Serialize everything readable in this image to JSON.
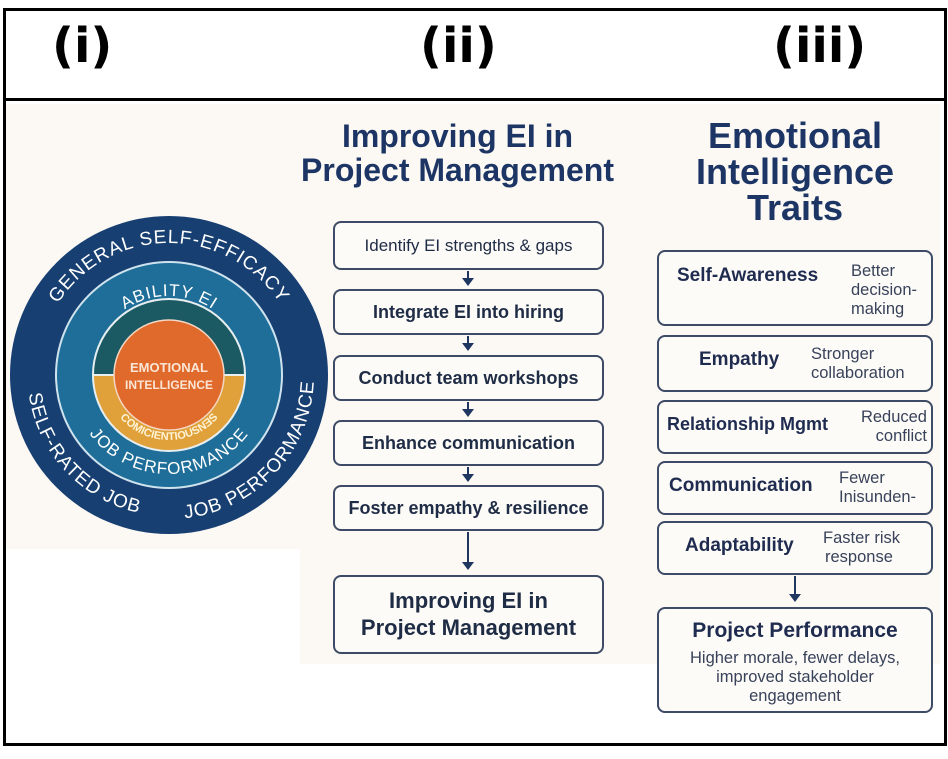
{
  "panel_labels": [
    "(i)",
    "(ii)",
    "(iii)"
  ],
  "panel_i": {
    "outer_ring": {
      "top_text": "GENERAL SELF-EFFICACY",
      "bottom_left_text": "SELF-RATED JOB",
      "bottom_right_text": "JOB PERFORMANCE",
      "color": "#173f72"
    },
    "middle_ring": {
      "top_text": "ABILITY EI",
      "bottom_text": "JOB PERFORMANCE",
      "color": "#1e6e99"
    },
    "inner_ring": {
      "bottom_text": "COMICIENTIOUSNƎS",
      "top_color": "#1c5a63",
      "bottom_color": "#e0a13a"
    },
    "core": {
      "line1": "EMOTIONAL",
      "line2": "INTELLIGENCE",
      "color": "#e06a2c"
    }
  },
  "panel_ii": {
    "title_line1": "Improving EI in",
    "title_line2": "Project Management",
    "steps": [
      "Identify EI strengths & gaps",
      "Integrate EI into hiring",
      "Conduct team workshops",
      "Enhance communication",
      "Foster empathy & resilience"
    ],
    "outcome_line1": "Improving EI in",
    "outcome_line2": "Project Management"
  },
  "panel_iii": {
    "title_line1": "Emotional",
    "title_line2": "Intelligence",
    "title_line3": "Traits",
    "traits": [
      {
        "name": "Self-Awareness",
        "effect": [
          "Better",
          "decision-",
          "making"
        ]
      },
      {
        "name": "Empathy",
        "effect": [
          "Stronger",
          "collaboration"
        ]
      },
      {
        "name": "Relationship Mgmt",
        "effect": [
          "Reduced",
          "conflict"
        ]
      },
      {
        "name": "Communication",
        "effect": [
          "Fewer",
          "Inisunden-"
        ]
      },
      {
        "name": "Adaptability",
        "effect": [
          "Faster risk",
          "response"
        ]
      }
    ],
    "outcome": {
      "title": "Project Performance",
      "lines": [
        "Higher morale, fewer delays,",
        "improved stakeholder",
        "engagement"
      ]
    }
  }
}
